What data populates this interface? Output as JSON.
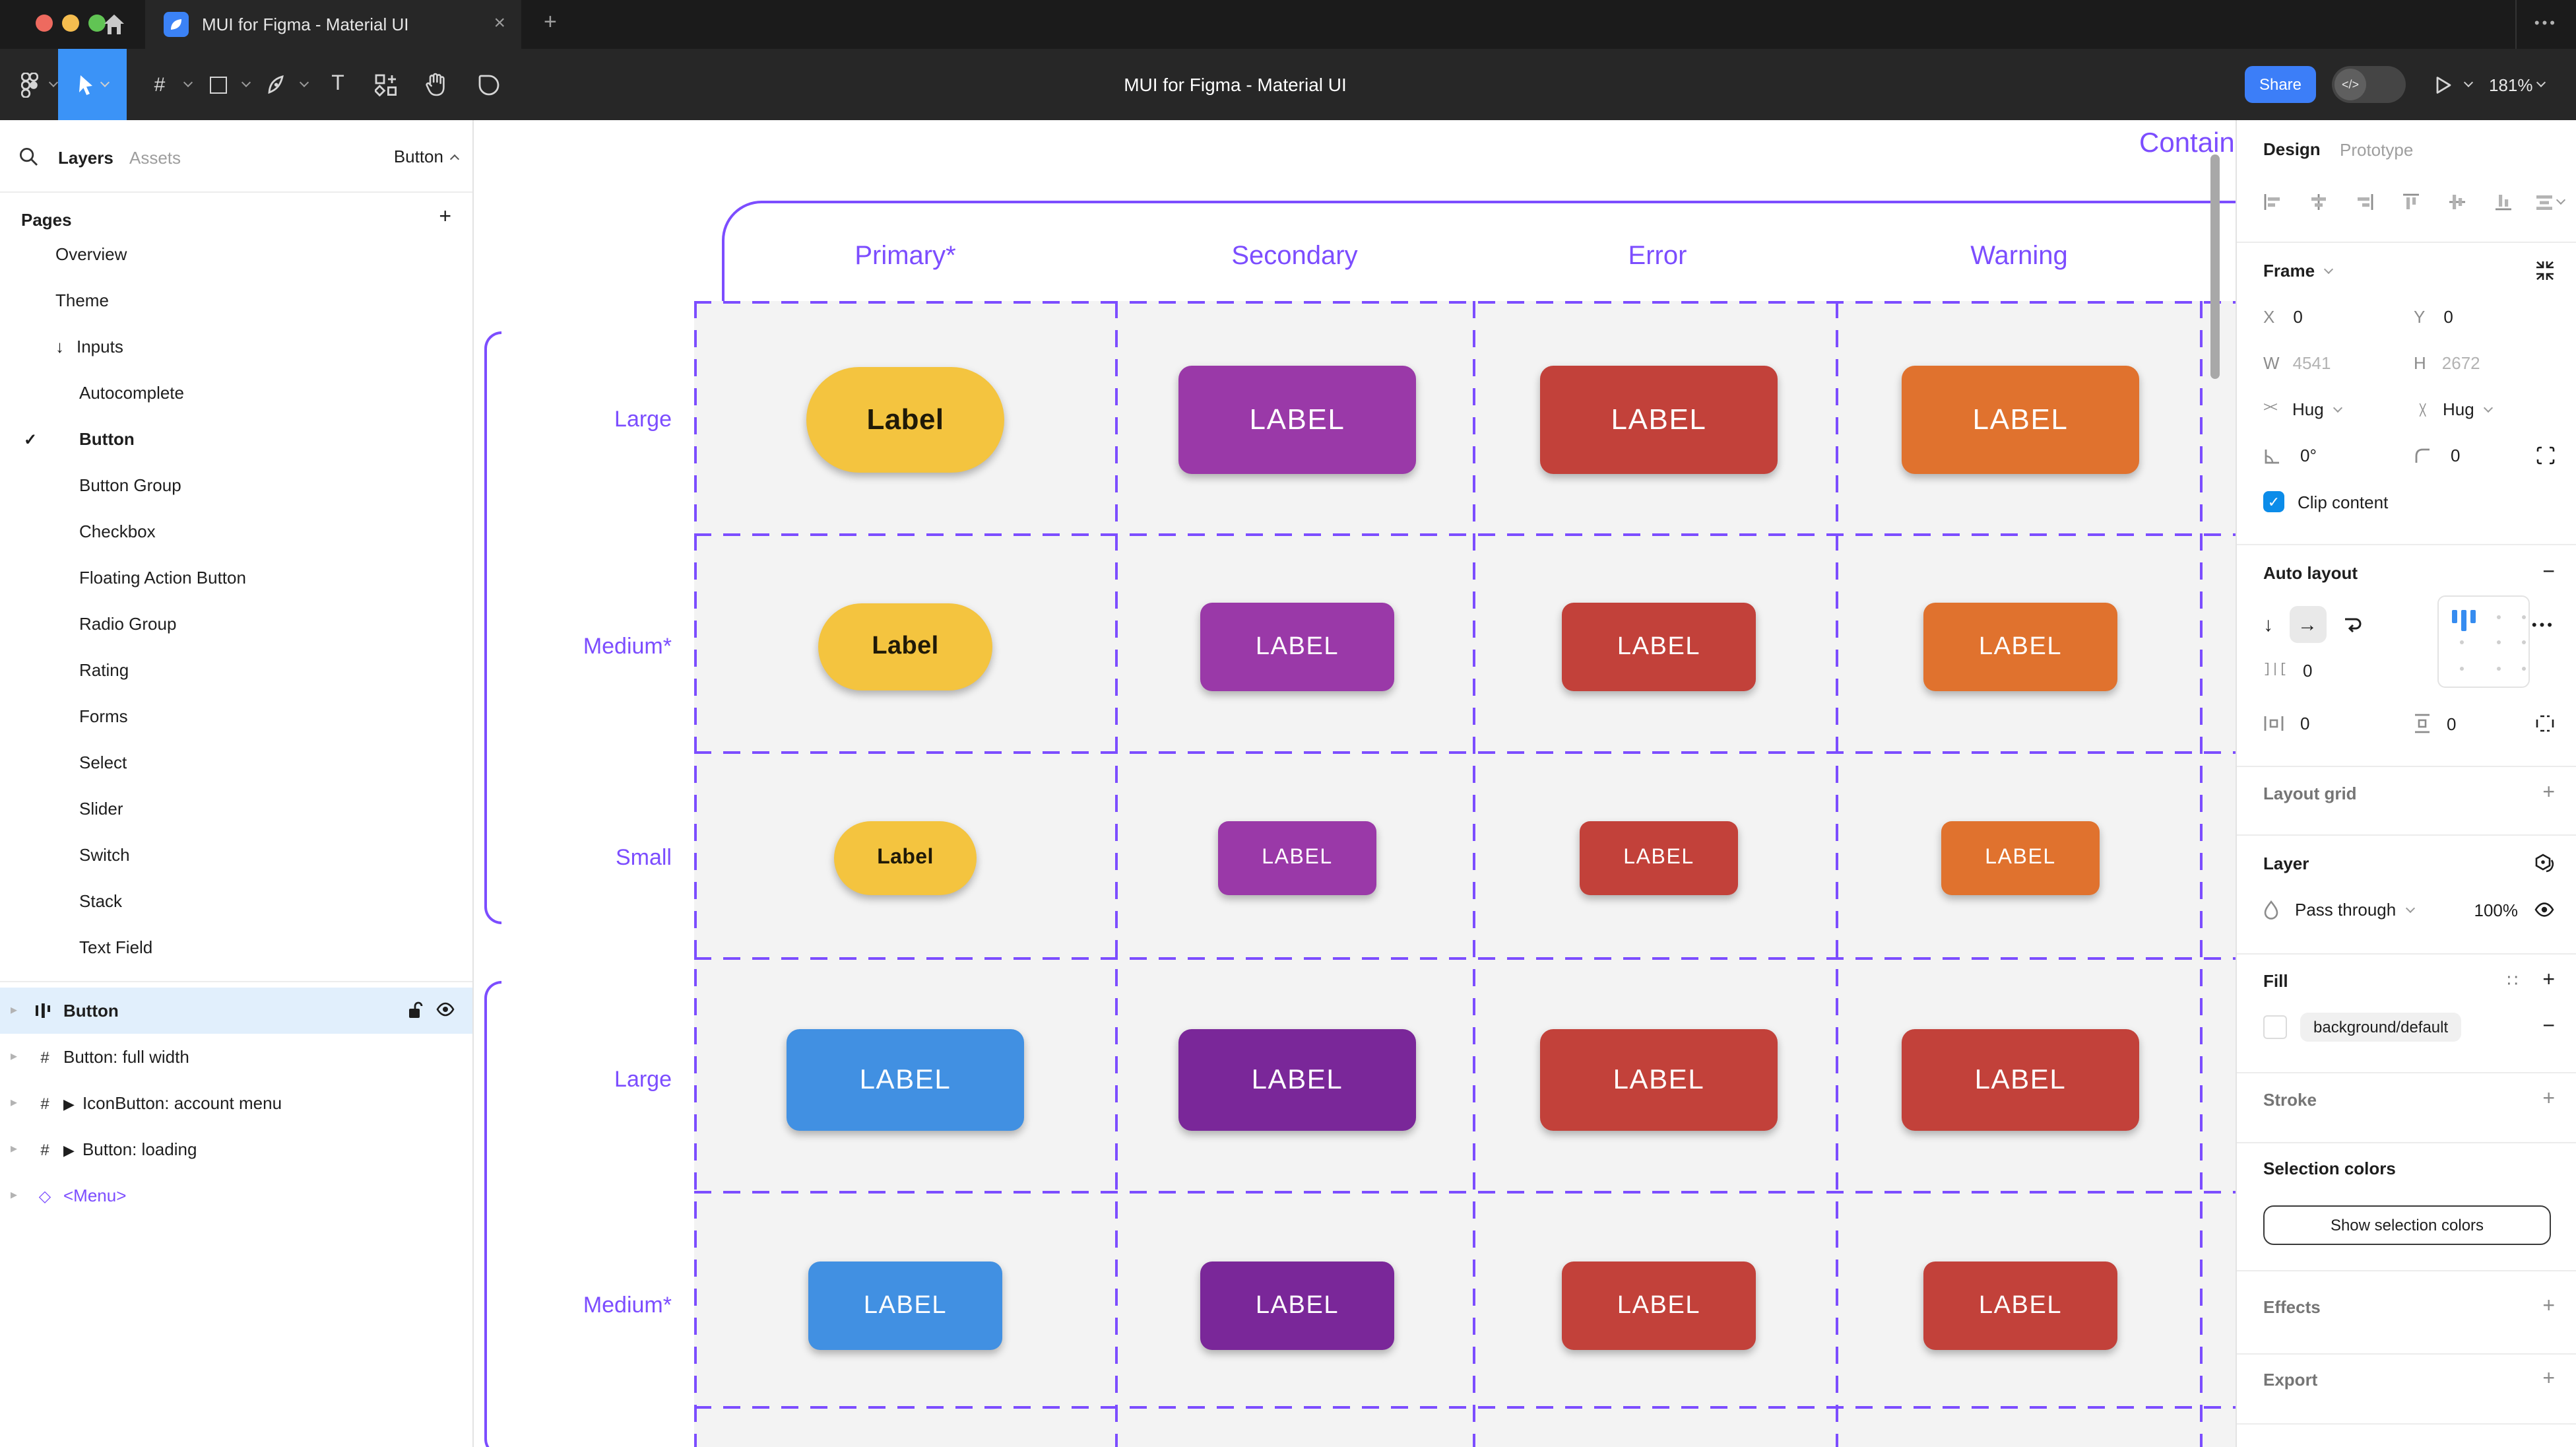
{
  "titlebar": {
    "tab_title": "MUI for Figma - Material UI"
  },
  "toolbar": {
    "document_title": "MUI for Figma - Material UI",
    "share_label": "Share",
    "zoom_level": "181%"
  },
  "glyphs": {
    "close": "×",
    "new_tab": "+",
    "window_more": "•••",
    "arrow_down": "↓",
    "arrow_right": "→",
    "hash": "#",
    "text_tool": "T",
    "gap": "]|[",
    "angle_brackets": "><",
    "four_dots": "∷",
    "plus": "+",
    "minus": "−",
    "more_dots": "•••",
    "code": "</>",
    "check": "✓",
    "play_prefix": "▶",
    "diamond": "◇",
    "disclosure": "▸",
    "degree_zero": "0°",
    "zero": "0"
  },
  "sidebar": {
    "tabs": {
      "layers": "Layers",
      "assets": "Assets"
    },
    "page_selector": "Button",
    "pages_header": "Pages",
    "pages": [
      {
        "label": "Overview"
      },
      {
        "label": "Theme"
      },
      {
        "label": "Inputs",
        "icon": "↓"
      },
      {
        "label": "Autocomplete"
      },
      {
        "label": "Button",
        "check": "✓"
      },
      {
        "label": "Button Group"
      },
      {
        "label": "Checkbox"
      },
      {
        "label": "Floating Action Button"
      },
      {
        "label": "Radio Group"
      },
      {
        "label": "Rating"
      },
      {
        "label": "Forms"
      },
      {
        "label": "Select"
      },
      {
        "label": "Slider"
      },
      {
        "label": "Switch"
      },
      {
        "label": "Stack"
      },
      {
        "label": "Text Field"
      }
    ],
    "layers": [
      {
        "label": "Button"
      },
      {
        "label": "Button: full width"
      },
      {
        "label": "IconButton: account menu",
        "prefix": "▶"
      },
      {
        "label": "Button: loading",
        "prefix": "▶"
      },
      {
        "label": "<Menu>"
      }
    ]
  },
  "canvas": {
    "frame_title": "Contained",
    "columns": [
      "Primary*",
      "Secondary",
      "Error",
      "Warning"
    ],
    "row_labels": [
      "Large",
      "Medium*",
      "Small",
      "Large",
      "Medium*"
    ],
    "accent_purple": "#7C4DFF",
    "buttons": {
      "r1c1": {
        "label": "Label",
        "color": "#F4C43F"
      },
      "r1c2": {
        "label": "LABEL",
        "color": "#9A39A8"
      },
      "r1c3": {
        "label": "LABEL",
        "color": "#C2413A"
      },
      "r1c4": {
        "label": "LABEL",
        "color": "#E0722E"
      },
      "r2c1": {
        "label": "Label",
        "color": "#F4C43F"
      },
      "r2c2": {
        "label": "LABEL",
        "color": "#9A39A8"
      },
      "r2c3": {
        "label": "LABEL",
        "color": "#C2413A"
      },
      "r2c4": {
        "label": "LABEL",
        "color": "#E0722E"
      },
      "r3c1": {
        "label": "Label",
        "color": "#F4C43F"
      },
      "r3c2": {
        "label": "LABEL",
        "color": "#9A39A8"
      },
      "r3c3": {
        "label": "LABEL",
        "color": "#C2413A"
      },
      "r3c4": {
        "label": "LABEL",
        "color": "#E0722E"
      },
      "r4c1": {
        "label": "LABEL",
        "color": "#4190E2"
      },
      "r4c2": {
        "label": "LABEL",
        "color": "#7A2799"
      },
      "r4c3": {
        "label": "LABEL",
        "color": "#C2413A"
      },
      "r4c4": {
        "label": "LABEL",
        "color": "#C2413A"
      },
      "r5c1": {
        "label": "LABEL",
        "color": "#4190E2"
      },
      "r5c2": {
        "label": "LABEL",
        "color": "#7A2799"
      },
      "r5c3": {
        "label": "LABEL",
        "color": "#C2413A"
      },
      "r5c4": {
        "label": "LABEL",
        "color": "#C2413A"
      }
    }
  },
  "rightbar": {
    "tabs": {
      "design": "Design",
      "prototype": "Prototype"
    },
    "frame": {
      "heading": "Frame",
      "x_label": "X",
      "x": "0",
      "y_label": "Y",
      "y": "0",
      "w_label": "W",
      "w": "4541",
      "h_label": "H",
      "h": "2672",
      "hug_h": "Hug",
      "hug_v": "Hug",
      "rotation": "0°",
      "radius": "0",
      "clip_label": "Clip content"
    },
    "auto_layout": {
      "heading": "Auto layout",
      "gap": "0",
      "pad_h": "0",
      "pad_v": "0"
    },
    "layout_grid": {
      "heading": "Layout grid"
    },
    "layer": {
      "heading": "Layer",
      "blend_mode": "Pass through",
      "opacity": "100%"
    },
    "fill": {
      "heading": "Fill",
      "style_name": "background/default"
    },
    "stroke": {
      "heading": "Stroke"
    },
    "selection_colors": {
      "heading": "Selection colors",
      "button_label": "Show selection colors"
    },
    "effects": {
      "heading": "Effects"
    },
    "export": {
      "heading": "Export"
    }
  }
}
